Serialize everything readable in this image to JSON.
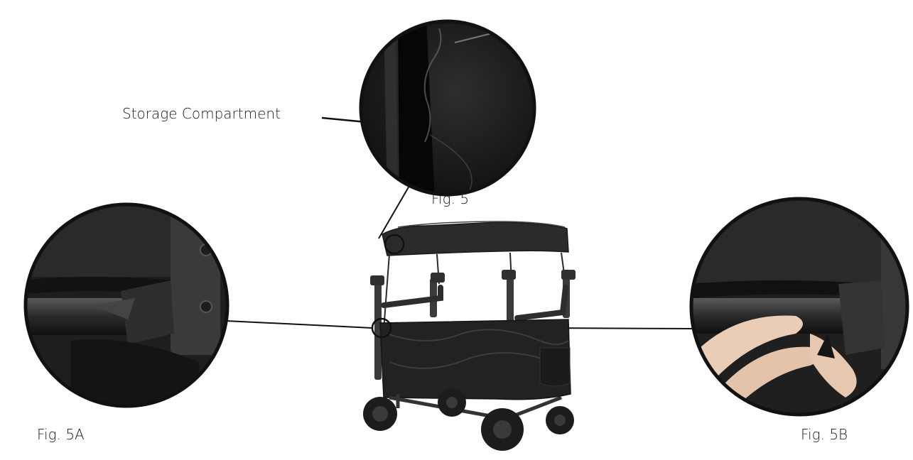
{
  "labels": {
    "storage_compartment": "Storage Compartment",
    "fig_5": "Fig. 5",
    "fig_5a": "Fig. 5A",
    "fig_5b": "Fig. 5B"
  },
  "colors": {
    "line": "#111111",
    "fabric_dark": "#1a1a1a",
    "fabric_mid": "#2b2b2b",
    "frame": "#3a3a3a",
    "skin": "#e8cbb4"
  }
}
